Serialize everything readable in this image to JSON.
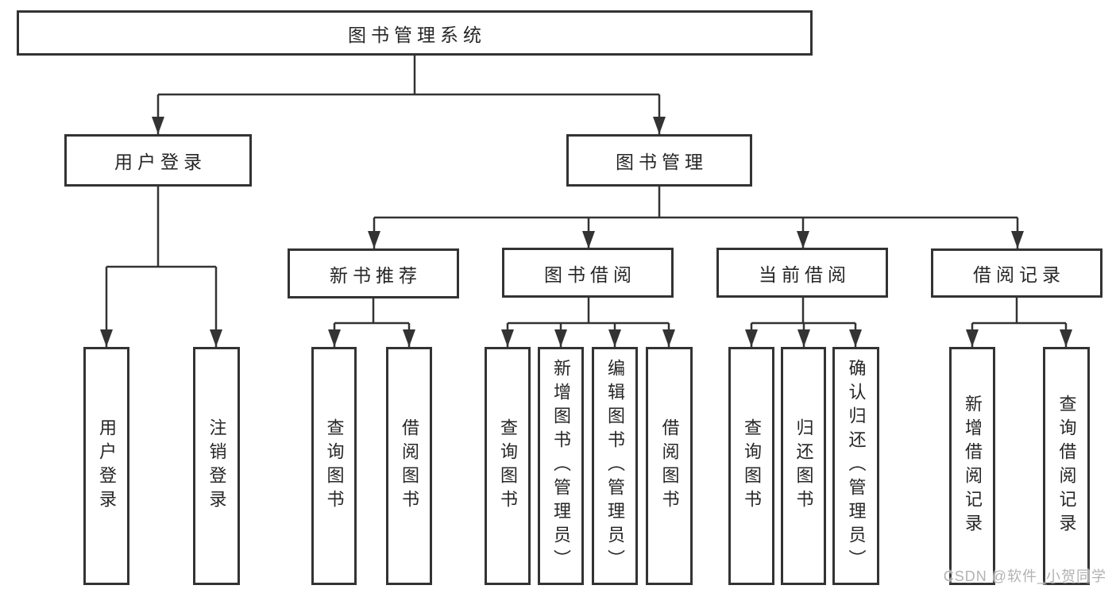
{
  "diagram": {
    "type": "tree",
    "root": {
      "label": "图书管理系统"
    },
    "children": [
      {
        "label": "用户登录",
        "children": [
          {
            "label": "用户登录"
          },
          {
            "label": "注销登录"
          }
        ]
      },
      {
        "label": "图书管理",
        "children": [
          {
            "label": "新书推荐",
            "children": [
              {
                "label": "查询图书"
              },
              {
                "label": "借阅图书"
              }
            ]
          },
          {
            "label": "图书借阅",
            "children": [
              {
                "label": "查询图书"
              },
              {
                "label": "新增图书（管理员）"
              },
              {
                "label": "编辑图书（管理员）"
              },
              {
                "label": "借阅图书"
              }
            ]
          },
          {
            "label": "当前借阅",
            "children": [
              {
                "label": "查询图书"
              },
              {
                "label": "归还图书"
              },
              {
                "label": "确认归还（管理员）"
              }
            ]
          },
          {
            "label": "借阅记录",
            "children": [
              {
                "label": "新增借阅记录"
              },
              {
                "label": "查询借阅记录"
              }
            ]
          }
        ]
      }
    ],
    "watermark": "CSDN @软件_小贺同学",
    "colors": {
      "line": "#333333",
      "box_border": "#333333",
      "text": "#262626",
      "watermark": "#b2b2b2",
      "background": "#ffffff"
    }
  }
}
